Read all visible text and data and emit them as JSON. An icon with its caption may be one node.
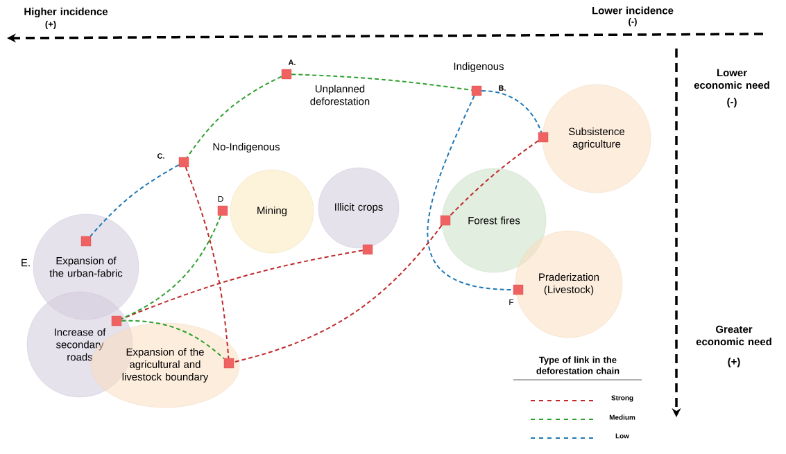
{
  "diagram": {
    "nodes": [
      {
        "text": [
          "Mining"
        ]
      },
      {
        "text": [
          "Illicit crops"
        ]
      },
      {
        "text": [
          "Subsistence agriculture"
        ]
      },
      {
        "text": [
          "Forest fires"
        ]
      },
      {
        "text": [
          "Praderization (Livestock)"
        ]
      },
      {
        "text": [
          "Expansion of the urban-fabric"
        ],
        "beside": [
          "E."
        ]
      },
      {
        "text": [
          "Increase of secondary roads"
        ]
      },
      {
        "text": [
          "Expansion of the agricultural and livestock boundary"
        ]
      },
      {
        "text": [],
        "shape": "box",
        "beside": [
          "A.",
          "Unplanned deforestation"
        ]
      },
      {
        "text": [],
        "shape": "box",
        "beside": [
          "Indigenous",
          "B."
        ]
      },
      {
        "text": [],
        "shape": "box",
        "beside": [
          "C.",
          "No-Indigenous"
        ]
      },
      {
        "text": [],
        "shape": "box",
        "beside": [
          "D"
        ]
      },
      {
        "text": [],
        "shape": "box",
        "in": 5
      },
      {
        "text": [],
        "shape": "box"
      },
      {
        "text": [],
        "shape": "box"
      },
      {
        "text": [],
        "shape": "box",
        "in": 3
      },
      {
        "text": [],
        "shape": "box",
        "beside": [
          "F"
        ]
      },
      {
        "text": [],
        "shape": "box",
        "in": 6
      },
      {
        "text": [],
        "shape": "box",
        "in": 7
      }
    ],
    "edges": [
      {
        "from": 8,
        "to": 10,
        "arrow": "none",
        "color": "#2ca02c"
      },
      {
        "from": 8,
        "to": 9,
        "arrow": "none",
        "color": "#2ca02c"
      },
      {
        "from": 9,
        "to": 14,
        "arrow": "none",
        "color": "#1f77b4"
      },
      {
        "from": 9,
        "to": 16,
        "arrow": "none",
        "color": "#1f77b4"
      },
      {
        "from": 10,
        "to": 12,
        "arrow": "none",
        "color": "#1f77b4"
      },
      {
        "from": 10,
        "to": 18,
        "arrow": "none",
        "color": "#c0282a"
      },
      {
        "from": 14,
        "to": 15,
        "arrow": "none",
        "color": "#c0282a"
      },
      {
        "from": 15,
        "to": 18,
        "arrow": "none",
        "color": "#c0282a"
      },
      {
        "from": 13,
        "to": 17,
        "arrow": "none",
        "color": "#c0282a"
      },
      {
        "from": 11,
        "to": 17,
        "arrow": "none",
        "color": "#2ca02c"
      },
      {
        "from": 17,
        "to": 18,
        "arrow": "none",
        "color": "#2ca02c"
      }
    ],
    "labels": [
      "Higher incidence",
      "(+)",
      "Lower incidence",
      "(-)",
      "Lower economic need",
      "(-)",
      "Greater economic need",
      "(+)",
      "Type of link in the deforestation chain"
    ],
    "legend": [
      {
        "text": "Strong"
      },
      {
        "text": "Medium"
      },
      {
        "text": "Low"
      }
    ]
  }
}
